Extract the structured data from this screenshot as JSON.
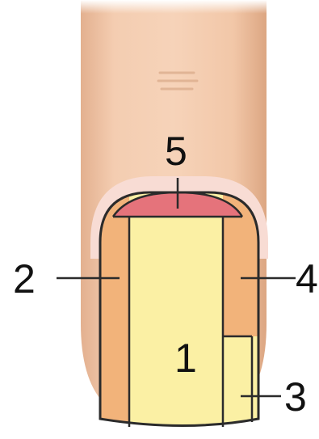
{
  "colors": {
    "background": "#ffffff",
    "skin": "#f1c6a7",
    "skin_shadow": "#e0ab88",
    "cuticle": "#f8dcd4",
    "zone_1": "#fbf0a4",
    "zone_2": "#f2b37a",
    "zone_3": "#fbf0a4",
    "zone_4": "#f2b37a",
    "zone_5": "#e5737b",
    "outline": "#2b2b2b"
  },
  "labels": {
    "zone_1": "1",
    "zone_2": "2",
    "zone_3": "3",
    "zone_4": "4",
    "zone_5": "5"
  }
}
